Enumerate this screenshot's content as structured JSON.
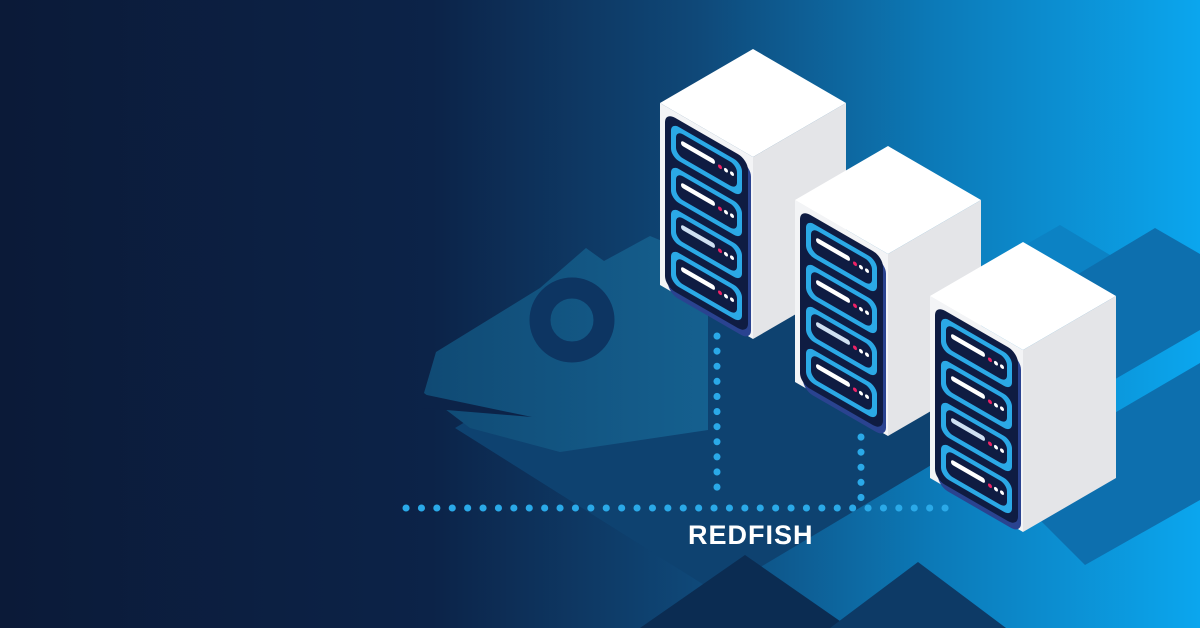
{
  "banner": {
    "title": "REDFISH",
    "illustration": {
      "logo_shape": "redfish-fish-silhouette",
      "server_count": 3,
      "slats_per_server": 4,
      "leds_per_slat": [
        "pink",
        "white",
        "white"
      ],
      "connectors": {
        "horizontal_dotted_line": 1,
        "vertical_dotted_lines": 2
      }
    },
    "palette": {
      "bg_dark_navy": "#0b1a38",
      "bg_navy": "#0c2348",
      "bg_mid_blue": "#0f4878",
      "bg_bright_azure": "#0ba6ee",
      "fish_head": "#125380",
      "fish_body": "#0e4270",
      "fish_eye_ring": "#0d3562",
      "chevron_dark": "#0b2c52",
      "chevron_right_side": "#0d6fae",
      "dot_cyan": "#2aa9e8",
      "server_top": "#ffffff",
      "server_side": "#e4e5e8",
      "panel_navy": "#0f1c42",
      "panel_edge_blue": "#2a4390",
      "slat_cyan": "#2ba9e6",
      "led_pink": "#ee2266",
      "title_color": "#ffffff"
    }
  }
}
